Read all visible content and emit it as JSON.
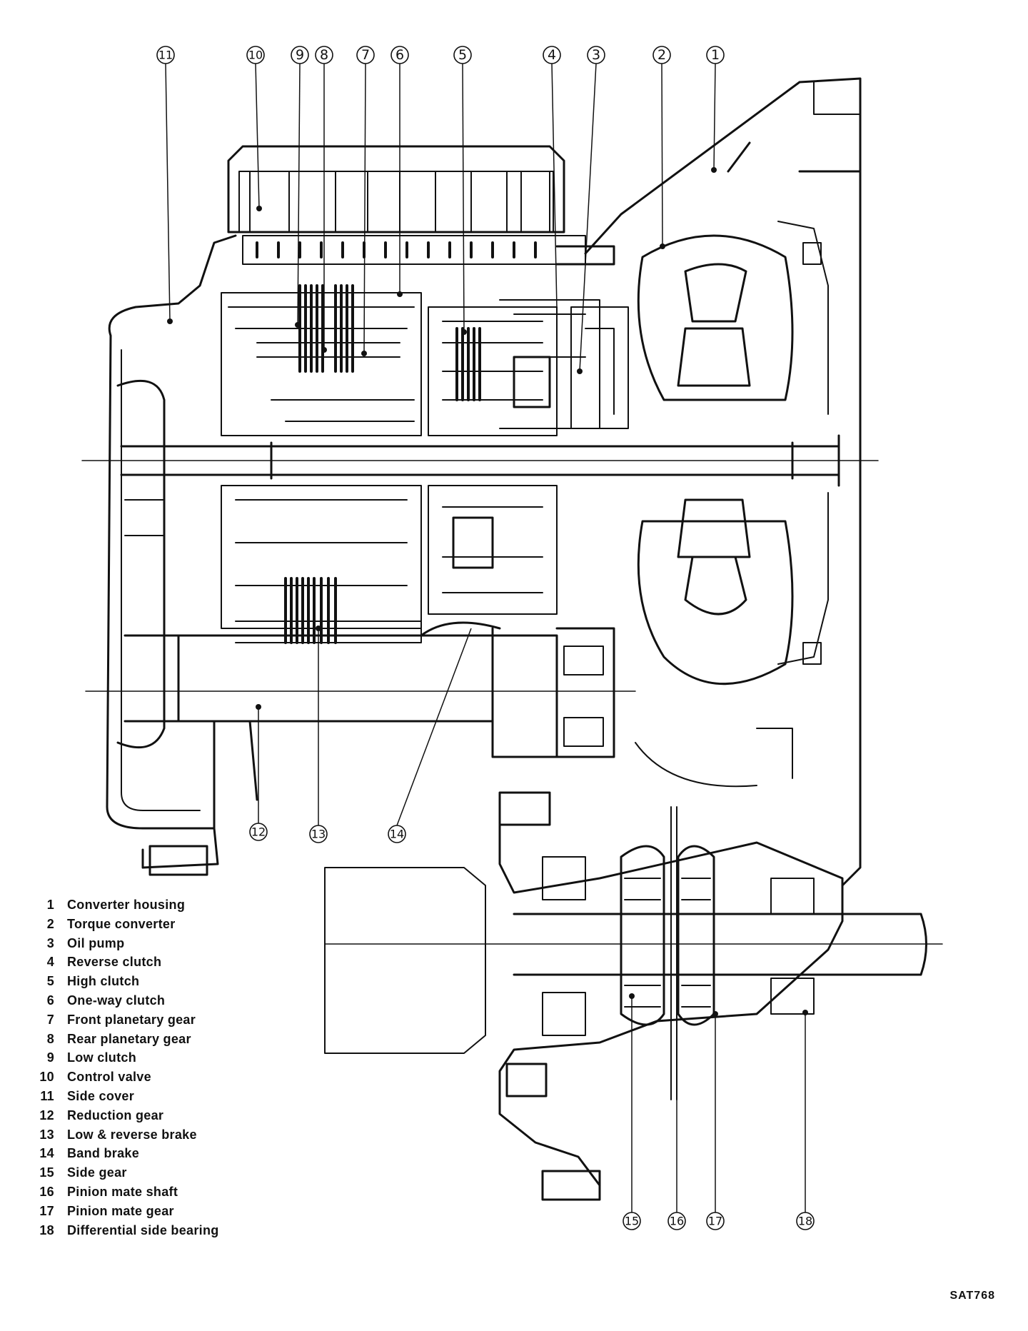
{
  "callouts": [
    "1",
    "2",
    "3",
    "4",
    "5",
    "6",
    "7",
    "8",
    "9",
    "10",
    "11",
    "12",
    "13",
    "14",
    "15",
    "16",
    "17",
    "18"
  ],
  "legend": [
    {
      "num": "1",
      "label": "Converter housing"
    },
    {
      "num": "2",
      "label": "Torque converter"
    },
    {
      "num": "3",
      "label": "Oil pump"
    },
    {
      "num": "4",
      "label": "Reverse clutch"
    },
    {
      "num": "5",
      "label": "High clutch"
    },
    {
      "num": "6",
      "label": "One-way clutch"
    },
    {
      "num": "7",
      "label": "Front planetary gear"
    },
    {
      "num": "8",
      "label": "Rear planetary gear"
    },
    {
      "num": "9",
      "label": "Low clutch"
    },
    {
      "num": "10",
      "label": "Control valve"
    },
    {
      "num": "11",
      "label": "Side cover"
    },
    {
      "num": "12",
      "label": "Reduction gear"
    },
    {
      "num": "13",
      "label": "Low & reverse brake"
    },
    {
      "num": "14",
      "label": "Band brake"
    },
    {
      "num": "15",
      "label": "Side gear"
    },
    {
      "num": "16",
      "label": "Pinion mate shaft"
    },
    {
      "num": "17",
      "label": "Pinion mate gear"
    },
    {
      "num": "18",
      "label": "Differential side bearing"
    }
  ],
  "figure_code": "SAT768",
  "colors": {
    "ink": "#111111",
    "paper": "#ffffff"
  }
}
